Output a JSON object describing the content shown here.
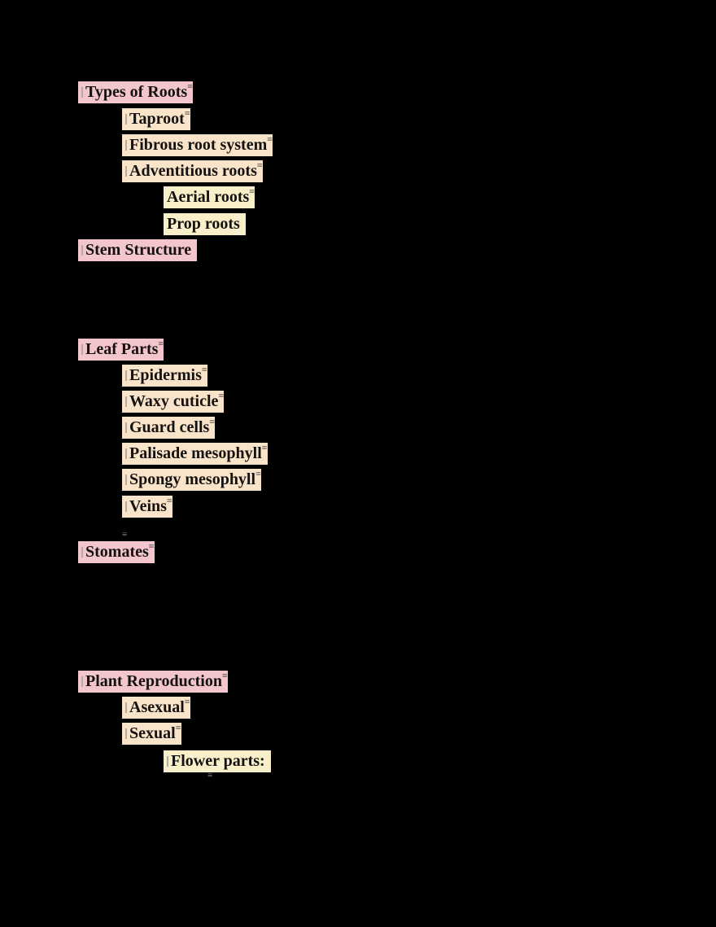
{
  "document": {
    "title": "Plant biology outline notes",
    "background_color": "#000000",
    "text_color": "#141210",
    "highlight_colors": {
      "pink": "#f2c6cc",
      "peach": "#fae4c9",
      "yellow": "#f9efc9"
    },
    "rows": [
      {
        "type": "text",
        "label": "Types of Roots",
        "level": 0,
        "color": "pink",
        "lead_tick": true,
        "trail_mark": true
      },
      {
        "type": "text",
        "label": "Taproot",
        "level": 1,
        "color": "peach",
        "lead_tick": true,
        "trail_mark": true
      },
      {
        "type": "text",
        "label": "Fibrous root system",
        "level": 1,
        "color": "peach",
        "lead_tick": true,
        "trail_mark": true
      },
      {
        "type": "text",
        "label": "Adventitious roots",
        "level": 1,
        "color": "peach",
        "lead_tick": true,
        "trail_mark": true
      },
      {
        "type": "text",
        "label": "Aerial roots",
        "level": 2,
        "color": "yellow",
        "lead_tick": false,
        "trail_mark": true
      },
      {
        "type": "text",
        "label": "Prop roots",
        "level": 2,
        "color": "yellow",
        "lead_tick": false,
        "trail_mark": false
      },
      {
        "type": "text",
        "label": "Stem Structure",
        "level": 0,
        "color": "pink",
        "lead_tick": true,
        "trail_mark": false
      },
      {
        "type": "text",
        "label": "Leaf Parts",
        "level": 0,
        "color": "pink",
        "lead_tick": true,
        "trail_mark": true
      },
      {
        "type": "text",
        "label": "Epidermis",
        "level": 1,
        "color": "peach",
        "lead_tick": true,
        "trail_mark": true
      },
      {
        "type": "text",
        "label": "Waxy cuticle",
        "level": 1,
        "color": "peach",
        "lead_tick": true,
        "trail_mark": true
      },
      {
        "type": "text",
        "label": "Guard cells",
        "level": 1,
        "color": "peach",
        "lead_tick": true,
        "trail_mark": true
      },
      {
        "type": "text",
        "label": "Palisade mesophyll",
        "level": 1,
        "color": "peach",
        "lead_tick": true,
        "trail_mark": true
      },
      {
        "type": "text",
        "label": "Spongy mesophyll",
        "level": 1,
        "color": "peach",
        "lead_tick": true,
        "trail_mark": true
      },
      {
        "type": "text",
        "label": "Veins",
        "level": 1,
        "color": "peach",
        "lead_tick": true,
        "trail_mark": true
      },
      {
        "type": "mark",
        "level": 1
      },
      {
        "type": "text",
        "label": "Stomates",
        "level": 0,
        "color": "pink",
        "lead_tick": true,
        "trail_mark": true
      },
      {
        "type": "text",
        "label": "Plant Reproduction",
        "level": 0,
        "color": "pink",
        "lead_tick": true,
        "trail_mark": true
      },
      {
        "type": "text",
        "label": "Asexual",
        "level": 1,
        "color": "peach",
        "lead_tick": true,
        "trail_mark": true
      },
      {
        "type": "text",
        "label": "Sexual",
        "level": 1,
        "color": "peach",
        "lead_tick": true,
        "trail_mark": true
      },
      {
        "type": "text",
        "label": "Flower parts:",
        "level": 2,
        "color": "yellow",
        "lead_tick": true,
        "trail_mark": false
      },
      {
        "type": "mark",
        "level": 3
      }
    ],
    "mark_glyph": "≡"
  }
}
